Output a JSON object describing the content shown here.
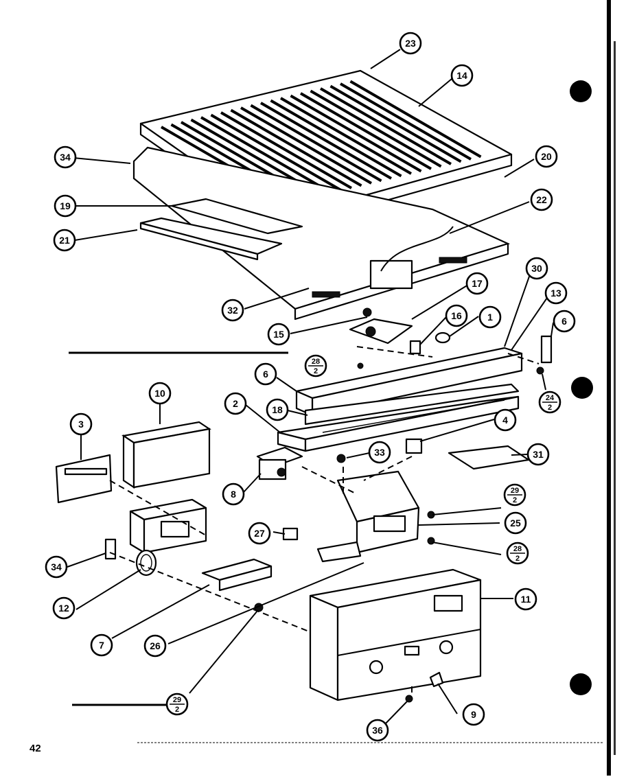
{
  "page_number": "42",
  "callouts": [
    {
      "id": "c23",
      "label": "23"
    },
    {
      "id": "c14",
      "label": "14"
    },
    {
      "id": "c34a",
      "label": "34"
    },
    {
      "id": "c20",
      "label": "20"
    },
    {
      "id": "c19",
      "label": "19"
    },
    {
      "id": "c22",
      "label": "22"
    },
    {
      "id": "c21",
      "label": "21"
    },
    {
      "id": "c30",
      "label": "30"
    },
    {
      "id": "c13",
      "label": "13"
    },
    {
      "id": "c17",
      "label": "17"
    },
    {
      "id": "c32",
      "label": "32"
    },
    {
      "id": "c16",
      "label": "16"
    },
    {
      "id": "c1",
      "label": "1"
    },
    {
      "id": "c6a",
      "label": "6"
    },
    {
      "id": "c15",
      "label": "15"
    },
    {
      "id": "c6b",
      "label": "6"
    },
    {
      "id": "c10",
      "label": "10"
    },
    {
      "id": "c2",
      "label": "2"
    },
    {
      "id": "c18",
      "label": "18"
    },
    {
      "id": "c4",
      "label": "4"
    },
    {
      "id": "c3",
      "label": "3"
    },
    {
      "id": "c33",
      "label": "33"
    },
    {
      "id": "c31",
      "label": "31"
    },
    {
      "id": "c8",
      "label": "8"
    },
    {
      "id": "c25",
      "label": "25"
    },
    {
      "id": "c27",
      "label": "27"
    },
    {
      "id": "c34b",
      "label": "34"
    },
    {
      "id": "c11",
      "label": "11"
    },
    {
      "id": "c12",
      "label": "12"
    },
    {
      "id": "c7",
      "label": "7"
    },
    {
      "id": "c26",
      "label": "26"
    },
    {
      "id": "c9",
      "label": "9"
    },
    {
      "id": "c36",
      "label": "36"
    }
  ],
  "fraction_callouts": [
    {
      "id": "f1",
      "numerator": "28",
      "denominator": "2"
    },
    {
      "id": "f2",
      "numerator": "24",
      "denominator": "2"
    },
    {
      "id": "f3",
      "numerator": "29",
      "denominator": "2"
    },
    {
      "id": "f4",
      "numerator": "28",
      "denominator": "2"
    },
    {
      "id": "f5",
      "numerator": "29",
      "denominator": "2"
    }
  ]
}
